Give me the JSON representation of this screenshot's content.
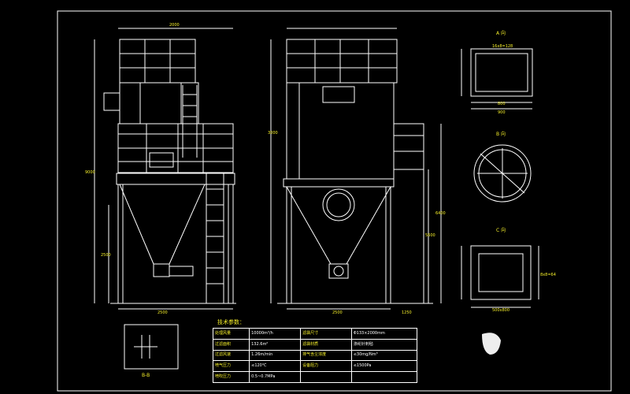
{
  "drawing": {
    "tech_title": "技术参数：",
    "section_labels": [
      "A 向",
      "B 向",
      "C 向",
      "B-B"
    ],
    "dims": {
      "top_width": "2000",
      "front_height": "9000",
      "front_base": "2500",
      "side_base": "2500",
      "side_base_right": "1250",
      "hopper_h": "2500",
      "mid_h": "3000",
      "side_overall": "6400",
      "side_right": "5600",
      "a_width": "800",
      "a_width_outer": "900",
      "a_top": "16x8=128",
      "c_width": "500x800",
      "c_side": "8x8=64"
    },
    "table": [
      [
        "处理风量",
        "10000m³/h",
        "滤袋尺寸",
        "Φ133×2000mm"
      ],
      [
        "过滤面积",
        "132.6m²",
        "滤袋材质",
        "涤纶针刺毡"
      ],
      [
        "过滤风速",
        "1.26m/min",
        "排气含尘浓度",
        "≤30mg/Nm³"
      ],
      [
        "喷气压力",
        "≤120℃",
        "设备阻力",
        "≤1500Pa"
      ],
      [
        "喷吹压力",
        "0.5~0.7MPa",
        "",
        ""
      ]
    ]
  }
}
